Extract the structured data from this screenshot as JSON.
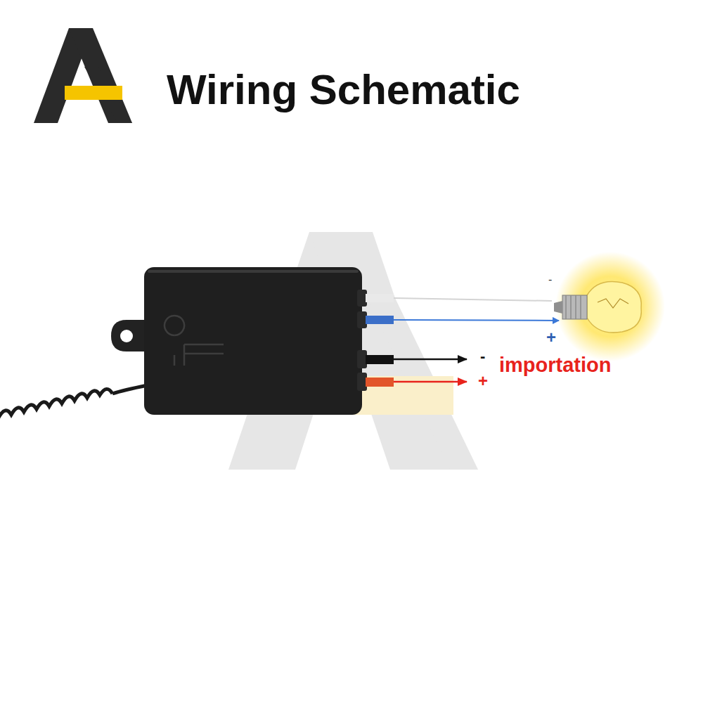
{
  "diagram": {
    "title": "Wiring Schematic",
    "labels": [
      "-",
      "+",
      "-",
      "+",
      "importation"
    ]
  }
}
